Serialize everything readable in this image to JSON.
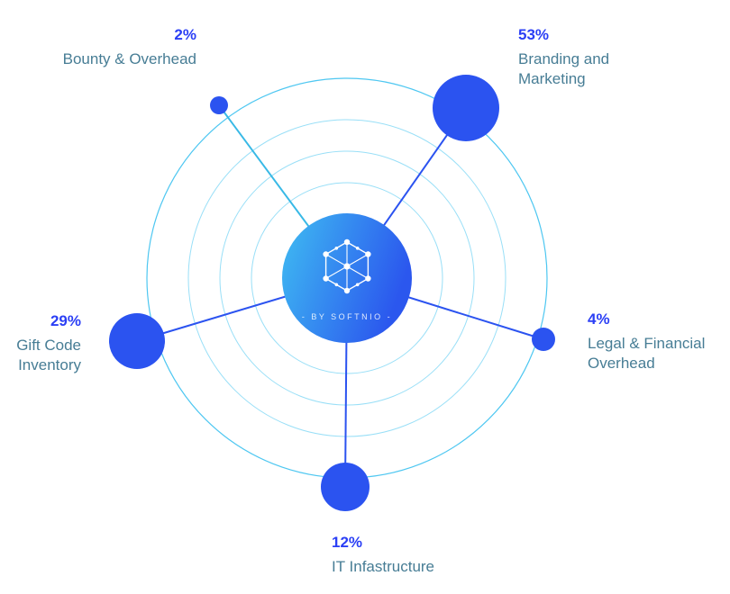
{
  "center_badge": {
    "caption": "- BY SOFTNIO -",
    "logo": "token-network-logo",
    "gradient_from": "#3fbdf2",
    "gradient_to": "#2b57ee"
  },
  "colors": {
    "percent": "#2b3ff5",
    "label": "#477d95",
    "node": "#2b53f0",
    "orbit": "#45c4f0",
    "connector": "#2b53f0",
    "connector_alt": "#38b9e6"
  },
  "chart_data": {
    "type": "pie",
    "title": "",
    "unit": "%",
    "layout_hint": "orbit-bubble: nodes on outer ring, bubble size proportional to value, labels around edge",
    "labels": [
      "Bounty & Overhead",
      "Branding and Marketing",
      "Legal & Financial Overhead",
      "IT Infastructure",
      "Gift Code Inventory"
    ],
    "values": [
      2,
      53,
      4,
      12,
      29
    ],
    "slices": [
      {
        "percent": "2%",
        "value": 2,
        "lines": [
          "Bounty & Overhead"
        ]
      },
      {
        "percent": "53%",
        "value": 53,
        "lines": [
          "Branding and",
          "Marketing"
        ]
      },
      {
        "percent": "4%",
        "value": 4,
        "lines": [
          "Legal & Financial",
          "Overhead"
        ]
      },
      {
        "percent": "12%",
        "value": 12,
        "lines": [
          "IT Infastructure"
        ]
      },
      {
        "percent": "29%",
        "value": 29,
        "lines": [
          "Gift Code",
          "Inventory"
        ]
      }
    ]
  }
}
